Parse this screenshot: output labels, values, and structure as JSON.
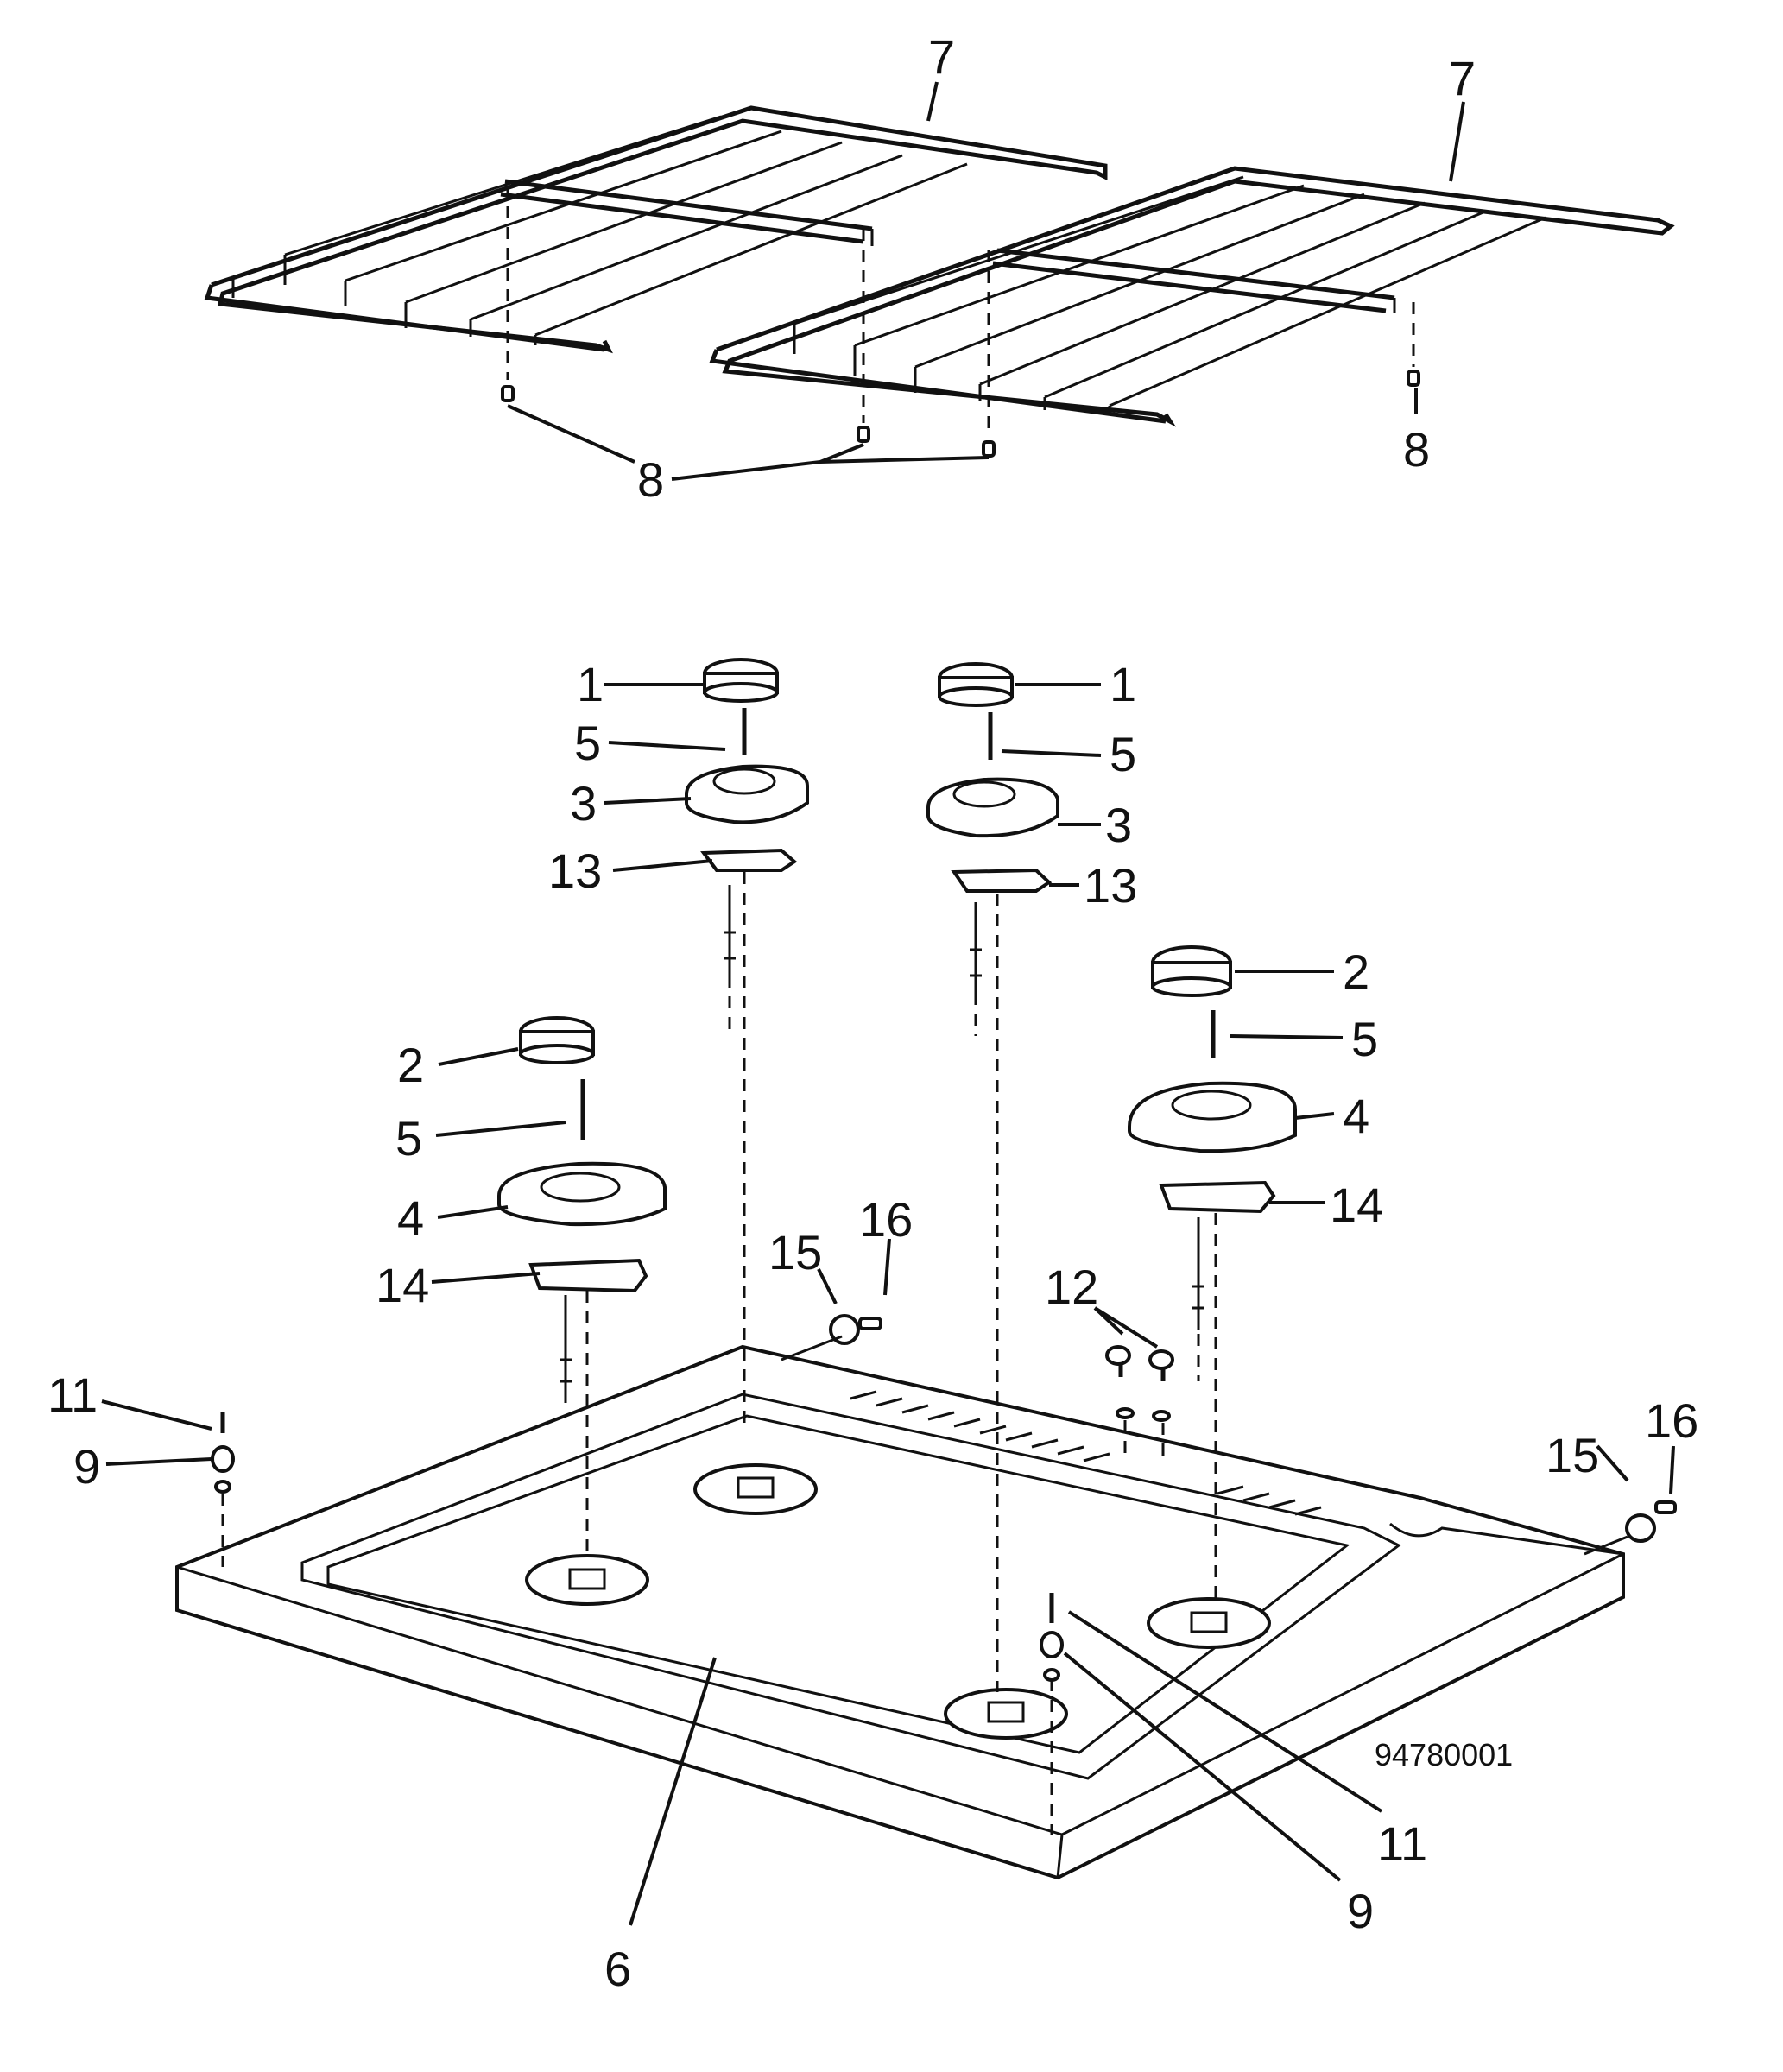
{
  "labels": {
    "l7a": "7",
    "l7b": "7",
    "l8a": "8",
    "l8b": "8",
    "l1a": "1",
    "l1b": "1",
    "l5a": "5",
    "l5b": "5",
    "l5c": "5",
    "l5d": "5",
    "l3a": "3",
    "l3b": "3",
    "l13a": "13",
    "l13b": "13",
    "l2a": "2",
    "l2b": "2",
    "l4a": "4",
    "l4b": "4",
    "l14a": "14",
    "l14b": "14",
    "l15a": "15",
    "l15b": "15",
    "l16a": "16",
    "l16b": "16",
    "l12": "12",
    "l11a": "11",
    "l11b": "11",
    "l9a": "9",
    "l9b": "9",
    "l6": "6"
  },
  "drawing_number": "94780001"
}
